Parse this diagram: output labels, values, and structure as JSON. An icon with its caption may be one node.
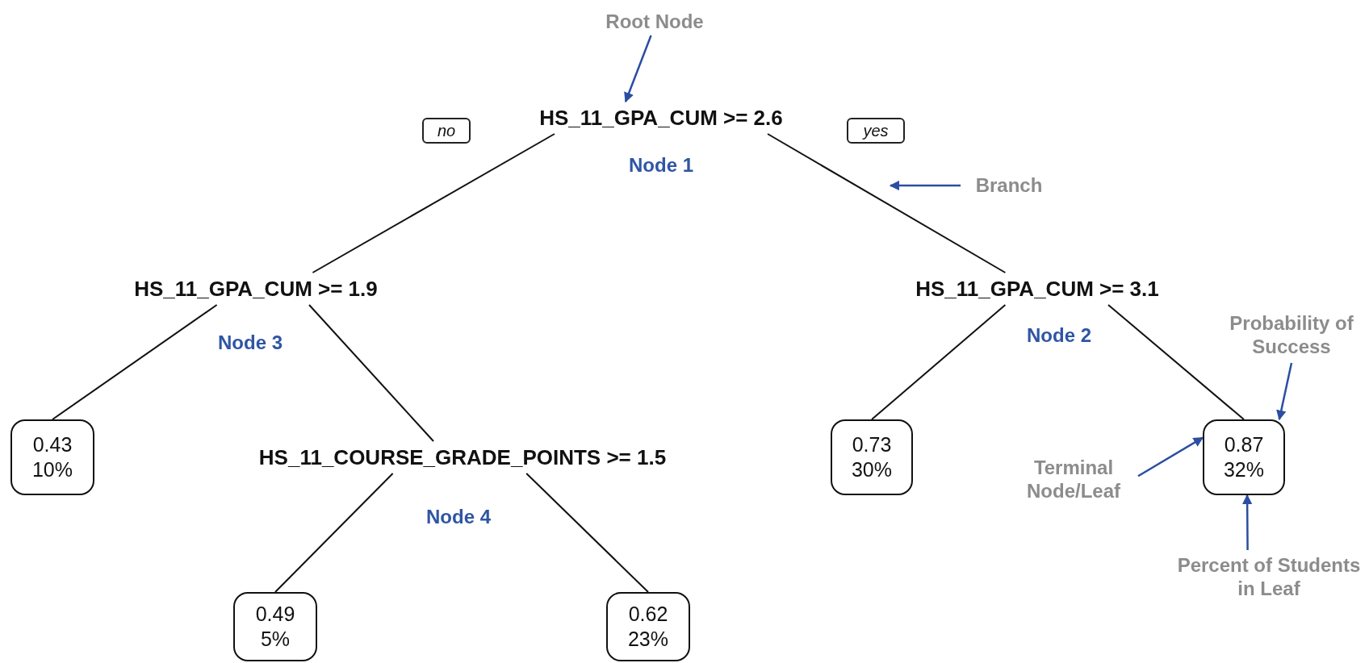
{
  "diagram": {
    "nodes": [
      {
        "text": [
          "Root Node"
        ]
      },
      {
        "text": [
          "no"
        ]
      },
      {
        "text": [
          "HS_11_GPA_CUM >= 2.6"
        ],
        "beside": [
          "Node 1"
        ]
      },
      {
        "text": [
          "yes"
        ]
      },
      {
        "text": [
          "Branch"
        ]
      },
      {
        "text": [
          "HS_11_GPA_CUM >= 1.9"
        ],
        "beside": [
          "Node 3"
        ]
      },
      {
        "text": [
          "HS_11_GPA_CUM >= 3.1"
        ],
        "beside": [
          "Node 2"
        ]
      },
      {
        "text": [
          "Probability of Success"
        ]
      },
      {
        "text": [
          "0.43",
          "10%"
        ]
      },
      {
        "text": [
          "HS_11_COURSE_GRADE_POINTS >= 1.5"
        ],
        "beside": [
          "Node 4"
        ]
      },
      {
        "text": [
          "0.73",
          "30%"
        ]
      },
      {
        "text": [
          "Terminal Node/Leaf"
        ]
      },
      {
        "text": [
          "0.87",
          "32%"
        ]
      },
      {
        "text": [
          "Percent of Students in Leaf"
        ]
      },
      {
        "text": [
          "0.49",
          "5%"
        ]
      },
      {
        "text": [
          "0.62",
          "23%"
        ]
      }
    ],
    "edges": [
      {
        "from": 2,
        "to": 5,
        "arrow": "none"
      },
      {
        "from": 2,
        "to": 6,
        "arrow": "none"
      },
      {
        "from": 5,
        "to": 8,
        "arrow": "none"
      },
      {
        "from": 5,
        "to": 9,
        "arrow": "none"
      },
      {
        "from": 9,
        "to": 14,
        "arrow": "none"
      },
      {
        "from": 9,
        "to": 15,
        "arrow": "none"
      },
      {
        "from": 6,
        "to": 10,
        "arrow": "none"
      },
      {
        "from": 6,
        "to": 12,
        "arrow": "none"
      },
      {
        "from": 0,
        "to": 2,
        "arrow": "to",
        "color": "#2b4ea2"
      },
      {
        "from": 4,
        "to": null,
        "arrow": "to",
        "color": "#2b4ea2"
      },
      {
        "from": 7,
        "to": 12,
        "arrow": "to",
        "color": "#2b4ea2"
      },
      {
        "from": 11,
        "to": 12,
        "arrow": "to",
        "color": "#2b4ea2"
      },
      {
        "from": 13,
        "to": 12,
        "arrow": "to",
        "color": "#2b4ea2"
      }
    ]
  }
}
